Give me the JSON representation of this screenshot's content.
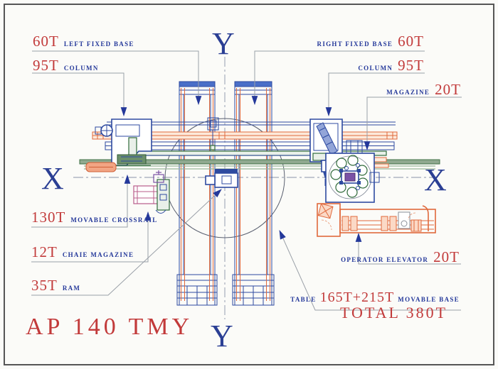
{
  "drawing": {
    "title": "AP 140 TMY",
    "axis": {
      "y_top": "Y",
      "y_bottom": "Y",
      "x_left": "X",
      "x_right": "X"
    },
    "callouts": {
      "left_fixed_base": {
        "weight": "60T",
        "label": "LEFT FIXED BASE"
      },
      "left_column": {
        "weight": "95T",
        "label": "COLUMN"
      },
      "right_fixed_base": {
        "label": "RIGHT FIXED BASE",
        "weight": "60T"
      },
      "right_column": {
        "label": "COLUMN",
        "weight": "95T"
      },
      "magazine": {
        "label": "MAGAZINE",
        "weight": "20T"
      },
      "movable_crossrail": {
        "weight": "130T",
        "label": "MOVABLE CROSSRAIL"
      },
      "chaie_magazine": {
        "weight": "12T",
        "label": "CHAIE MAGAZINE"
      },
      "ram": {
        "weight": "35T",
        "label": "RAM"
      },
      "operator_elevator": {
        "label": "OPERATOR ELEVATOR",
        "weight": "20T"
      },
      "table_movable_base": {
        "prefix": "TABLE",
        "weight": "165T+215T",
        "suffix": "MOVABLE BASE"
      },
      "total": {
        "text": "TOTAL 380T"
      }
    },
    "colors": {
      "weight_red": "#c23a3a",
      "label_navy": "#24389a",
      "outline_navy": "#2e4aa0",
      "accent_orange": "#e0693c",
      "accent_green": "#2f6a3a",
      "accent_pink": "#b85c8a",
      "accent_purple": "#7b52a6",
      "leader_gray": "#9aa0a8"
    }
  }
}
